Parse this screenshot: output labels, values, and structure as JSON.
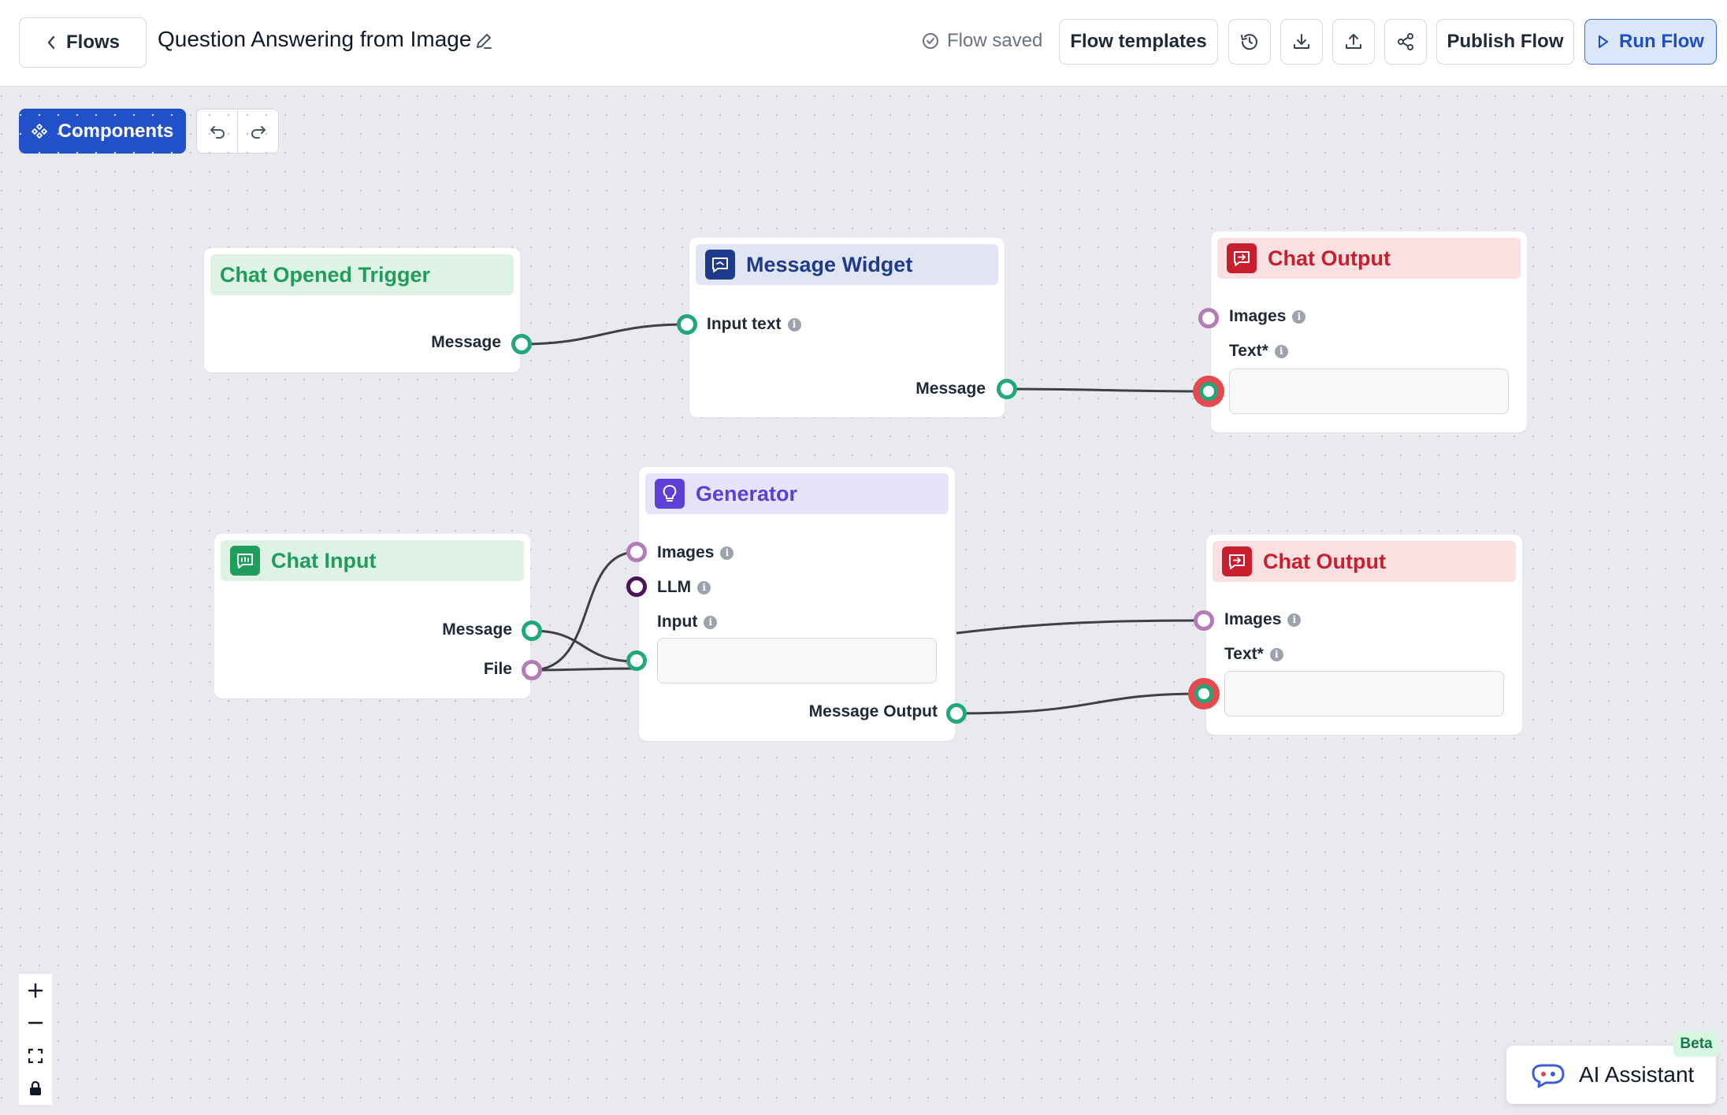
{
  "header": {
    "back_label": "Flows",
    "title": "Question Answering from Image",
    "status": "Flow saved",
    "templates_label": "Flow templates",
    "publish_label": "Publish Flow",
    "run_label": "Run Flow"
  },
  "toolbar": {
    "components_label": "Components"
  },
  "nodes": {
    "chat_opened_trigger": {
      "title": "Chat Opened Trigger",
      "output": "Message"
    },
    "message_widget": {
      "title": "Message Widget",
      "input": "Input text",
      "output": "Message"
    },
    "chat_output_top": {
      "title": "Chat Output",
      "images": "Images",
      "text": "Text*"
    },
    "generator": {
      "title": "Generator",
      "images": "Images",
      "llm": "LLM",
      "input": "Input",
      "output": "Message Output"
    },
    "chat_input": {
      "title": "Chat Input",
      "message": "Message",
      "file": "File"
    },
    "chat_output_bottom": {
      "title": "Chat Output",
      "images": "Images",
      "text": "Text*"
    }
  },
  "assistant": {
    "label": "AI Assistant",
    "badge": "Beta"
  },
  "colors": {
    "trigger_head": "#def3e6",
    "trigger_text": "#1f9d5c",
    "widget_head": "#e1e4f3",
    "widget_text": "#1e3a8a",
    "output_head": "#fbe0e1",
    "output_text": "#c81e2e",
    "generator_head": "#e6e4fb",
    "generator_text": "#5b3fd6",
    "accent": "#2150c8",
    "port_green": "#22a77a",
    "port_pink": "#b57bb5",
    "port_purple": "#4c1456"
  }
}
